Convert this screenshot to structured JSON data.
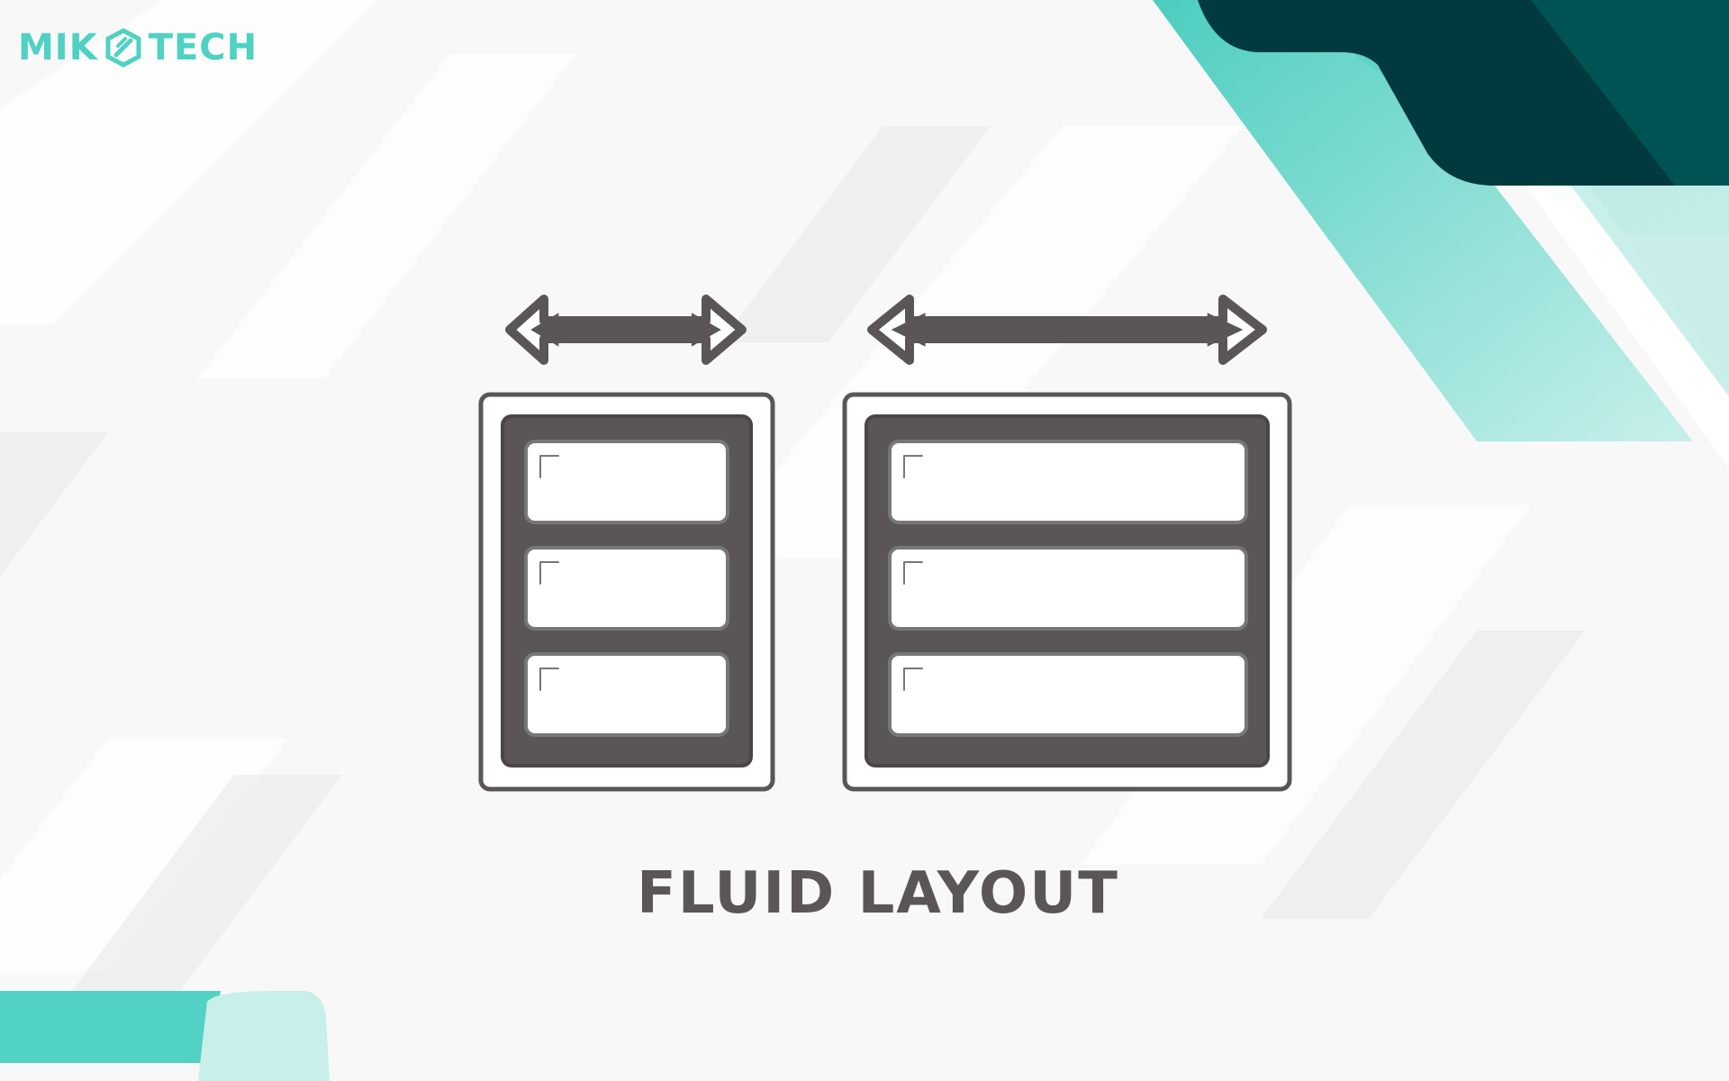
{
  "brand": {
    "left_text": "MIK",
    "right_text": "TECH",
    "color": "#4fd1c3"
  },
  "icon": {
    "name": "fluid-layout-icon",
    "stroke_color": "#5a5658"
  },
  "caption": "FLUID LAYOUT",
  "decor": {
    "teal": "#4fd1c3",
    "dark_teal": "#003a3f"
  }
}
